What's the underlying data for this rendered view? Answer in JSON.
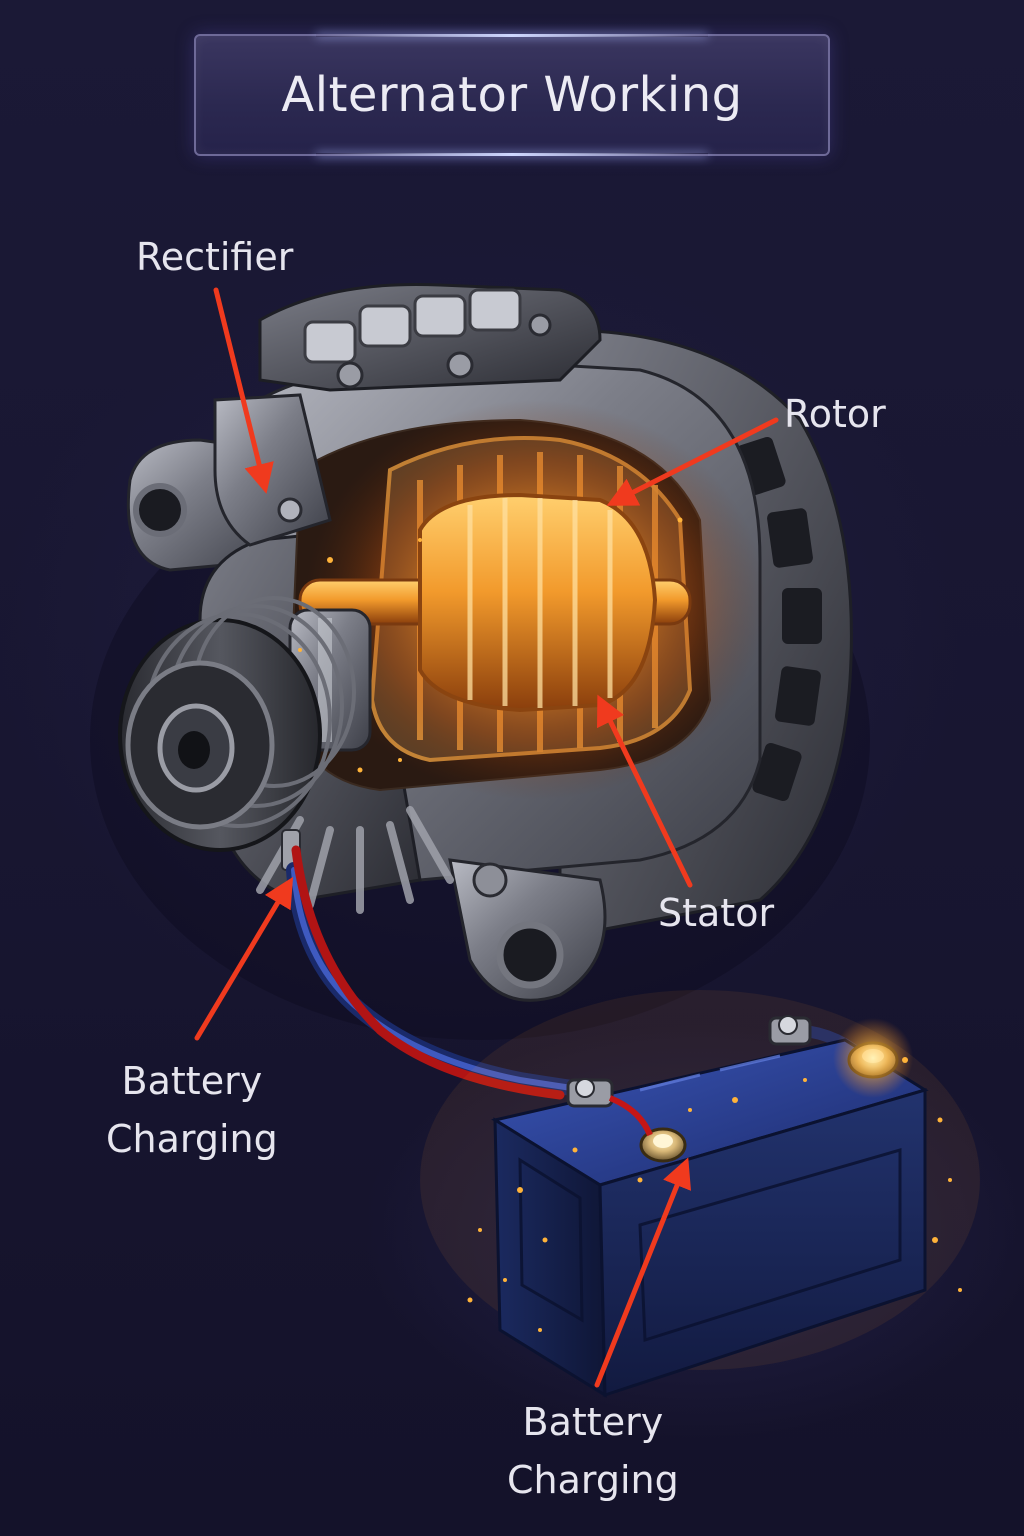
{
  "title": "Alternator Working",
  "labels": {
    "rectifier": "Rectifier",
    "rotor": "Rotor",
    "stator": "Stator",
    "battery_charging_left": [
      "Battery",
      "Charging"
    ],
    "battery_charging_bottom": [
      "Battery",
      "Charging"
    ]
  },
  "colors": {
    "arrow": "#f03a1e",
    "glow": "#ff9a2a",
    "metal": "#8a8c96",
    "battery_case": "#1f2f6e",
    "background": "#1a1834"
  }
}
